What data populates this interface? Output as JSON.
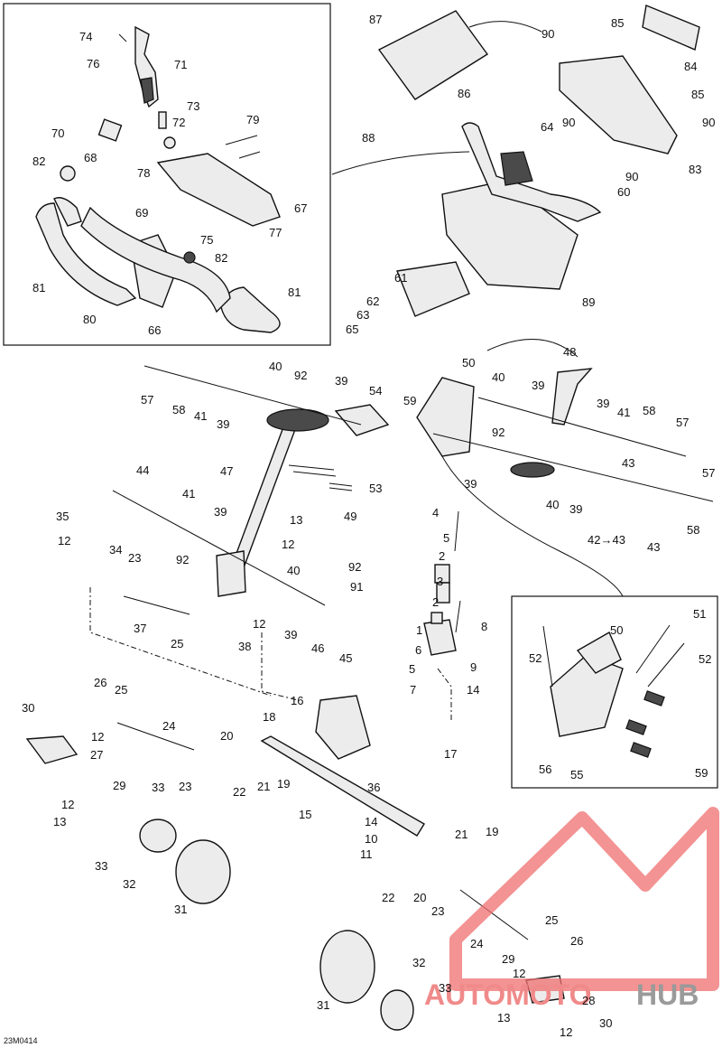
{
  "diagram_code": "23M0414",
  "watermark": {
    "word1": "AUTOMOTO",
    "word2": "HUB",
    "accent_color": "#e24a4a",
    "gray_color": "#8c8c8c"
  },
  "callouts": [
    {
      "id": "c74",
      "text": "74"
    },
    {
      "id": "c76",
      "text": "76"
    },
    {
      "id": "c71",
      "text": "71"
    },
    {
      "id": "c73",
      "text": "73"
    },
    {
      "id": "c72",
      "text": "72"
    },
    {
      "id": "c70",
      "text": "70"
    },
    {
      "id": "c68",
      "text": "68"
    },
    {
      "id": "c79",
      "text": "79"
    },
    {
      "id": "c82a",
      "text": "82"
    },
    {
      "id": "c78",
      "text": "78"
    },
    {
      "id": "c69",
      "text": "69"
    },
    {
      "id": "c67",
      "text": "67"
    },
    {
      "id": "c75",
      "text": "75"
    },
    {
      "id": "c77",
      "text": "77"
    },
    {
      "id": "c82b",
      "text": "82"
    },
    {
      "id": "c81a",
      "text": "81"
    },
    {
      "id": "c81b",
      "text": "81"
    },
    {
      "id": "c80",
      "text": "80"
    },
    {
      "id": "c66",
      "text": "66"
    },
    {
      "id": "c87",
      "text": "87"
    },
    {
      "id": "c85a",
      "text": "85"
    },
    {
      "id": "c90a",
      "text": "90"
    },
    {
      "id": "c84",
      "text": "84"
    },
    {
      "id": "c86",
      "text": "86"
    },
    {
      "id": "c88",
      "text": "88"
    },
    {
      "id": "c85b",
      "text": "85"
    },
    {
      "id": "c90b",
      "text": "90"
    },
    {
      "id": "c64",
      "text": "64"
    },
    {
      "id": "c90c",
      "text": "90"
    },
    {
      "id": "c83",
      "text": "83"
    },
    {
      "id": "c90d",
      "text": "90"
    },
    {
      "id": "c60",
      "text": "60"
    },
    {
      "id": "c61",
      "text": "61"
    },
    {
      "id": "c89",
      "text": "89"
    },
    {
      "id": "c62",
      "text": "62"
    },
    {
      "id": "c63",
      "text": "63"
    },
    {
      "id": "c65",
      "text": "65"
    },
    {
      "id": "c48",
      "text": "48"
    },
    {
      "id": "c50a",
      "text": "50"
    },
    {
      "id": "c40a",
      "text": "40"
    },
    {
      "id": "c92a",
      "text": "92"
    },
    {
      "id": "c39a",
      "text": "39"
    },
    {
      "id": "c57a",
      "text": "57"
    },
    {
      "id": "c58a",
      "text": "58"
    },
    {
      "id": "c41a",
      "text": "41"
    },
    {
      "id": "c39b",
      "text": "39"
    },
    {
      "id": "c54",
      "text": "54"
    },
    {
      "id": "c59a",
      "text": "59"
    },
    {
      "id": "c40b",
      "text": "40"
    },
    {
      "id": "c39c",
      "text": "39"
    },
    {
      "id": "c39d",
      "text": "39"
    },
    {
      "id": "c41b",
      "text": "41"
    },
    {
      "id": "c58b",
      "text": "58"
    },
    {
      "id": "c57b",
      "text": "57"
    },
    {
      "id": "c92b",
      "text": "92"
    },
    {
      "id": "c47",
      "text": "47"
    },
    {
      "id": "c53",
      "text": "53"
    },
    {
      "id": "c39e",
      "text": "39"
    },
    {
      "id": "c43a",
      "text": "43"
    },
    {
      "id": "c57c",
      "text": "57"
    },
    {
      "id": "c40c",
      "text": "40"
    },
    {
      "id": "c39f",
      "text": "39"
    },
    {
      "id": "c49",
      "text": "49"
    },
    {
      "id": "c44",
      "text": "44"
    },
    {
      "id": "c41c",
      "text": "41"
    },
    {
      "id": "c35",
      "text": "35"
    },
    {
      "id": "c39g",
      "text": "39"
    },
    {
      "id": "c13a",
      "text": "13"
    },
    {
      "id": "c12a",
      "text": "12"
    },
    {
      "id": "c34",
      "text": "34"
    },
    {
      "id": "c23a",
      "text": "23"
    },
    {
      "id": "c12b",
      "text": "12"
    },
    {
      "id": "c92c",
      "text": "92"
    },
    {
      "id": "c40d",
      "text": "40"
    },
    {
      "id": "c4",
      "text": "4"
    },
    {
      "id": "c5a",
      "text": "5"
    },
    {
      "id": "c2a",
      "text": "2"
    },
    {
      "id": "c3",
      "text": "3"
    },
    {
      "id": "c92d",
      "text": "92"
    },
    {
      "id": "c91",
      "text": "91"
    },
    {
      "id": "c2b",
      "text": "2"
    },
    {
      "id": "c8",
      "text": "8"
    },
    {
      "id": "c58c",
      "text": "58"
    },
    {
      "id": "c42",
      "text": "42→43"
    },
    {
      "id": "c43b",
      "text": "43"
    },
    {
      "id": "c37",
      "text": "37"
    },
    {
      "id": "c25a",
      "text": "25"
    },
    {
      "id": "c12c",
      "text": "12"
    },
    {
      "id": "c38",
      "text": "38"
    },
    {
      "id": "c39h",
      "text": "39"
    },
    {
      "id": "c46",
      "text": "46"
    },
    {
      "id": "c45",
      "text": "45"
    },
    {
      "id": "c1",
      "text": "1"
    },
    {
      "id": "c6",
      "text": "6"
    },
    {
      "id": "c9",
      "text": "9"
    },
    {
      "id": "c5b",
      "text": "5"
    },
    {
      "id": "c7",
      "text": "7"
    },
    {
      "id": "c14a",
      "text": "14"
    },
    {
      "id": "c26a",
      "text": "26"
    },
    {
      "id": "c25b",
      "text": "25"
    },
    {
      "id": "c30a",
      "text": "30"
    },
    {
      "id": "c12d",
      "text": "12"
    },
    {
      "id": "c24a",
      "text": "24"
    },
    {
      "id": "c27",
      "text": "27"
    },
    {
      "id": "c16",
      "text": "16"
    },
    {
      "id": "c18",
      "text": "18"
    },
    {
      "id": "c17",
      "text": "17"
    },
    {
      "id": "c20a",
      "text": "20"
    },
    {
      "id": "c23b",
      "text": "23"
    },
    {
      "id": "c22a",
      "text": "22"
    },
    {
      "id": "c21a",
      "text": "21"
    },
    {
      "id": "c19a",
      "text": "19"
    },
    {
      "id": "c29a",
      "text": "29"
    },
    {
      "id": "c12e",
      "text": "12"
    },
    {
      "id": "c13b",
      "text": "13"
    },
    {
      "id": "c33a",
      "text": "33"
    },
    {
      "id": "c36",
      "text": "36"
    },
    {
      "id": "c15",
      "text": "15"
    },
    {
      "id": "c14b",
      "text": "14"
    },
    {
      "id": "c10",
      "text": "10"
    },
    {
      "id": "c11",
      "text": "11"
    },
    {
      "id": "c21b",
      "text": "21"
    },
    {
      "id": "c19b",
      "text": "19"
    },
    {
      "id": "c33b",
      "text": "33"
    },
    {
      "id": "c32a",
      "text": "32"
    },
    {
      "id": "c31a",
      "text": "31"
    },
    {
      "id": "c22b",
      "text": "22"
    },
    {
      "id": "c20b",
      "text": "20"
    },
    {
      "id": "c23c",
      "text": "23"
    },
    {
      "id": "c24b",
      "text": "24"
    },
    {
      "id": "c25c",
      "text": "25"
    },
    {
      "id": "c26b",
      "text": "26"
    },
    {
      "id": "c29b",
      "text": "29"
    },
    {
      "id": "c12f",
      "text": "12"
    },
    {
      "id": "c28",
      "text": "28"
    },
    {
      "id": "c31b",
      "text": "31"
    },
    {
      "id": "c32b",
      "text": "32"
    },
    {
      "id": "c33c",
      "text": "33"
    },
    {
      "id": "c13c",
      "text": "13"
    },
    {
      "id": "c12g",
      "text": "12"
    },
    {
      "id": "c30b",
      "text": "30"
    },
    {
      "id": "c50b",
      "text": "50"
    },
    {
      "id": "c51",
      "text": "51"
    },
    {
      "id": "c52a",
      "text": "52"
    },
    {
      "id": "c52b",
      "text": "52"
    },
    {
      "id": "c56",
      "text": "56"
    },
    {
      "id": "c55",
      "text": "55"
    },
    {
      "id": "c59b",
      "text": "59"
    }
  ]
}
